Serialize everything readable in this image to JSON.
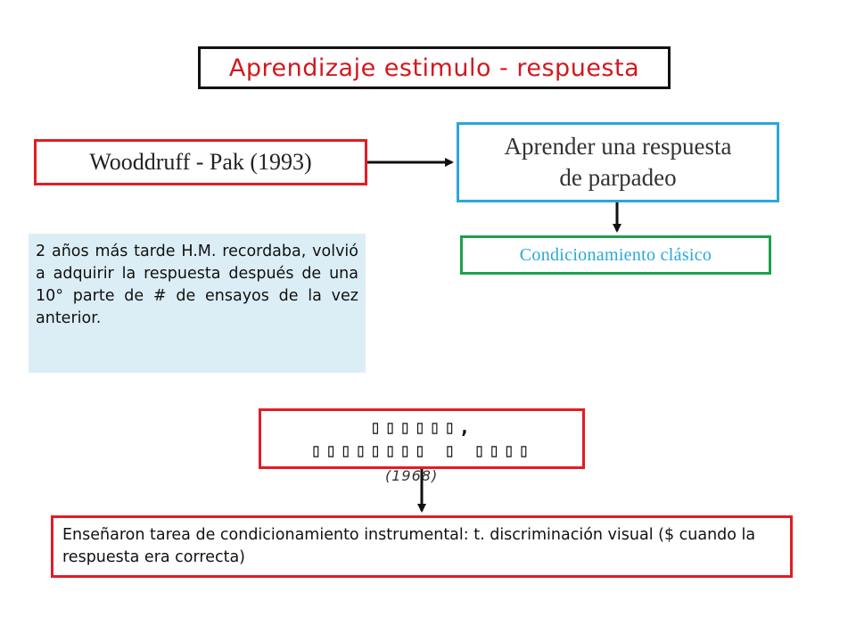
{
  "title": "Aprendizaje estimulo - respuesta",
  "author": "Wooddruff - Pak (1993)",
  "learn": [
    "Aprender una respuesta",
    "de parpadeo"
  ],
  "classic": "Condicionamiento clásico",
  "note": "2 años más tarde H.M. recordaba, volvió a adquirir la respuesta después de una 10° parte de # de ensayos de la vez anterior.",
  "study": {
    "line1": "▯▯▯▯▯▯,",
    "line2": "▯▯▯▯▯▯▯▯ ▯ ▯▯▯▯",
    "year": "(1968)"
  },
  "instr": "Enseñaron tarea de condicionamiento instrumental: t. discriminación visual ($ cuando la respuesta era correcta)",
  "colors": {
    "title_text": "#d0191f",
    "red_border": "#e21c24",
    "blue_border": "#2aa8d8",
    "green_border": "#1ba14b",
    "note_bg": "#dceef5"
  }
}
